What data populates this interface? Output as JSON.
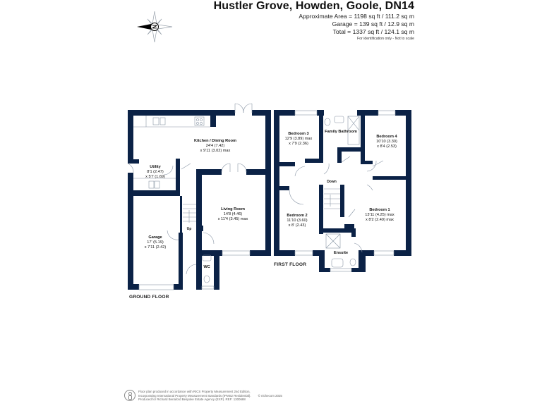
{
  "header": {
    "title": "Hustler Grove, Howden, Goole, DN14",
    "approx_area": "Approximate Area = 1198 sq ft / 111.2 sq m",
    "garage_area": "Garage = 139 sq ft / 12.9 sq m",
    "total_area": "Total = 1337 sq ft / 124.1 sq m",
    "disclaimer": "For identification only - Not to scale"
  },
  "compass": {
    "icon": "compass-icon",
    "letter": "N"
  },
  "colors": {
    "wall": "#0b2246",
    "fixture": "#7a8aa0",
    "text": "#111111"
  },
  "ground_floor": {
    "label": "GROUND FLOOR",
    "rooms": [
      {
        "name": "Kitchen / Dining Room",
        "dim1": "24'4 (7.42)",
        "dim2": "x 9'11 (3.02) max"
      },
      {
        "name": "Utility",
        "dim1": "8'1 (2.47)",
        "dim2": "x 5'7 (1.69)"
      },
      {
        "name": "Living Room",
        "dim1": "14'8 (4.46)",
        "dim2": "x 11'4 (3.45) max"
      },
      {
        "name": "Garage",
        "dim1": "17' (5.19)",
        "dim2": "x 7'11 (2.42)"
      },
      {
        "name": "WC",
        "dim1": "",
        "dim2": ""
      }
    ],
    "stairs_label": "Up"
  },
  "first_floor": {
    "label": "FIRST FLOOR",
    "rooms": [
      {
        "name": "Bedroom 3",
        "dim1": "12'9 (3.89) max",
        "dim2": "x 7'9 (2.36)"
      },
      {
        "name": "Family Bathroom",
        "dim1": "",
        "dim2": ""
      },
      {
        "name": "Bedroom 4",
        "dim1": "10'10 (3.30)",
        "dim2": "x 8'4 (2.53)"
      },
      {
        "name": "Bedroom 2",
        "dim1": "11'10 (3.60)",
        "dim2": "x 8' (2.43)"
      },
      {
        "name": "Bedroom 1",
        "dim1": "13'11 (4.25) max",
        "dim2": "x 8'2 (2.49) max"
      },
      {
        "name": "Ensuite",
        "dim1": "",
        "dim2": ""
      }
    ],
    "stairs_label": "Down"
  },
  "footer": {
    "icon": "person-info-icon",
    "line1": "Floor plan produced in accordance with RICS Property Measurement 2nd Edition,",
    "line2": "Incorporating International Property Measurement Standards (IPMS2 Residential).",
    "line3": "Produced for Richard Benaford Bespoke Estate Agency (EXP).   REF:  1300688",
    "brand": "© nichecom 2025"
  }
}
